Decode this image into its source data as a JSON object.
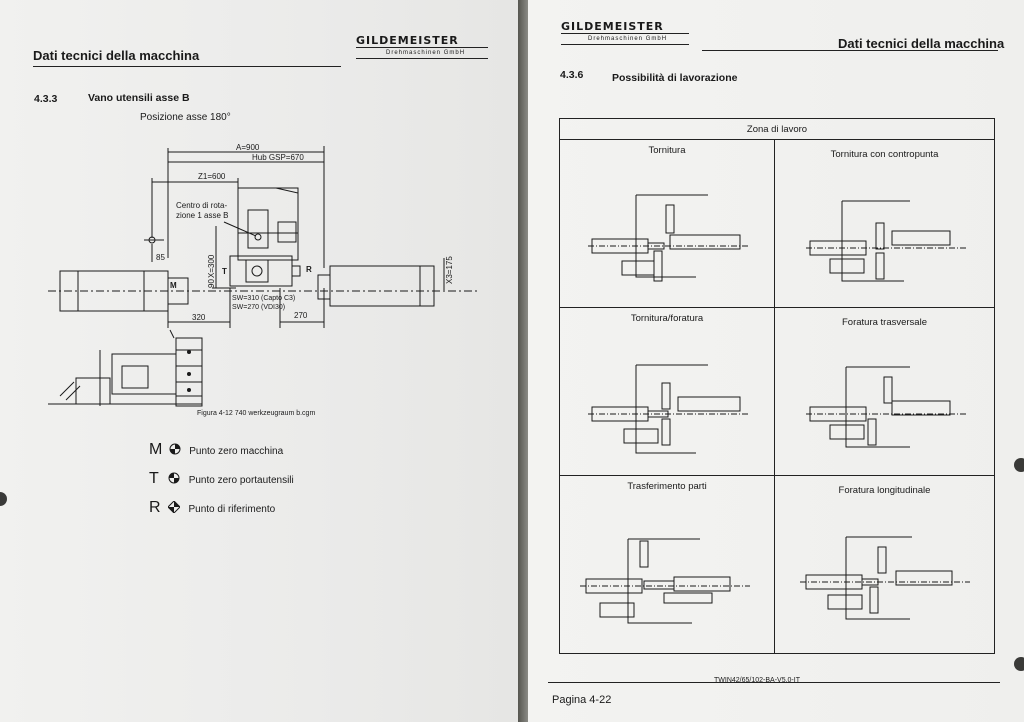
{
  "left": {
    "header_title": "Dati tecnici della macchina",
    "brand": "GILDEMEISTER",
    "brand_sub": "Drehmaschinen GmbH",
    "section_number": "4.3.3",
    "section_title": "Vano utensili asse B",
    "position_label": "Posizione asse 180°",
    "drawing_labels": {
      "a900": "A=900",
      "hub": "Hub GSP=670",
      "z1": "Z1=600",
      "center_line1": "Centro di rota-",
      "center_line2": "zione 1 asse B",
      "d85": "85",
      "x300": "X=300",
      "d90": "90",
      "x3": "X3=175",
      "sw310": "SW=310 (Capto C3)",
      "sw270": "SW=270 (VDI30)",
      "d320": "320",
      "d270": "270",
      "m": "M",
      "t": "T",
      "r": "R"
    },
    "figure_caption": "Figura 4-12   740  werkzeugraum b.cgm",
    "legend": [
      {
        "letter": "M",
        "icon": "machine-zero-icon",
        "text": "Punto zero macchina"
      },
      {
        "letter": "T",
        "icon": "tool-zero-icon",
        "text": "Punto zero portautensili"
      },
      {
        "letter": "R",
        "icon": "reference-point-icon",
        "text": "Punto di riferimento"
      }
    ]
  },
  "right": {
    "brand": "GILDEMEISTER",
    "brand_sub": "Drehmaschinen GmbH",
    "header_title": "Dati tecnici della macchina",
    "section_number": "4.3.6",
    "section_title": "Possibilità di lavorazione",
    "table_header": "Zona di lavoro",
    "cells": [
      {
        "title": "Tornitura"
      },
      {
        "title": "Tornitura con contropunta"
      },
      {
        "title": "Tornitura/foratura"
      },
      {
        "title": "Foratura trasversale"
      },
      {
        "title": "Trasferimento parti"
      },
      {
        "title": "Foratura longitudinale"
      }
    ],
    "doc_code": "TWIN42/65/102-BA-V5.0-IT",
    "page_label": "Pagina 4-22"
  }
}
